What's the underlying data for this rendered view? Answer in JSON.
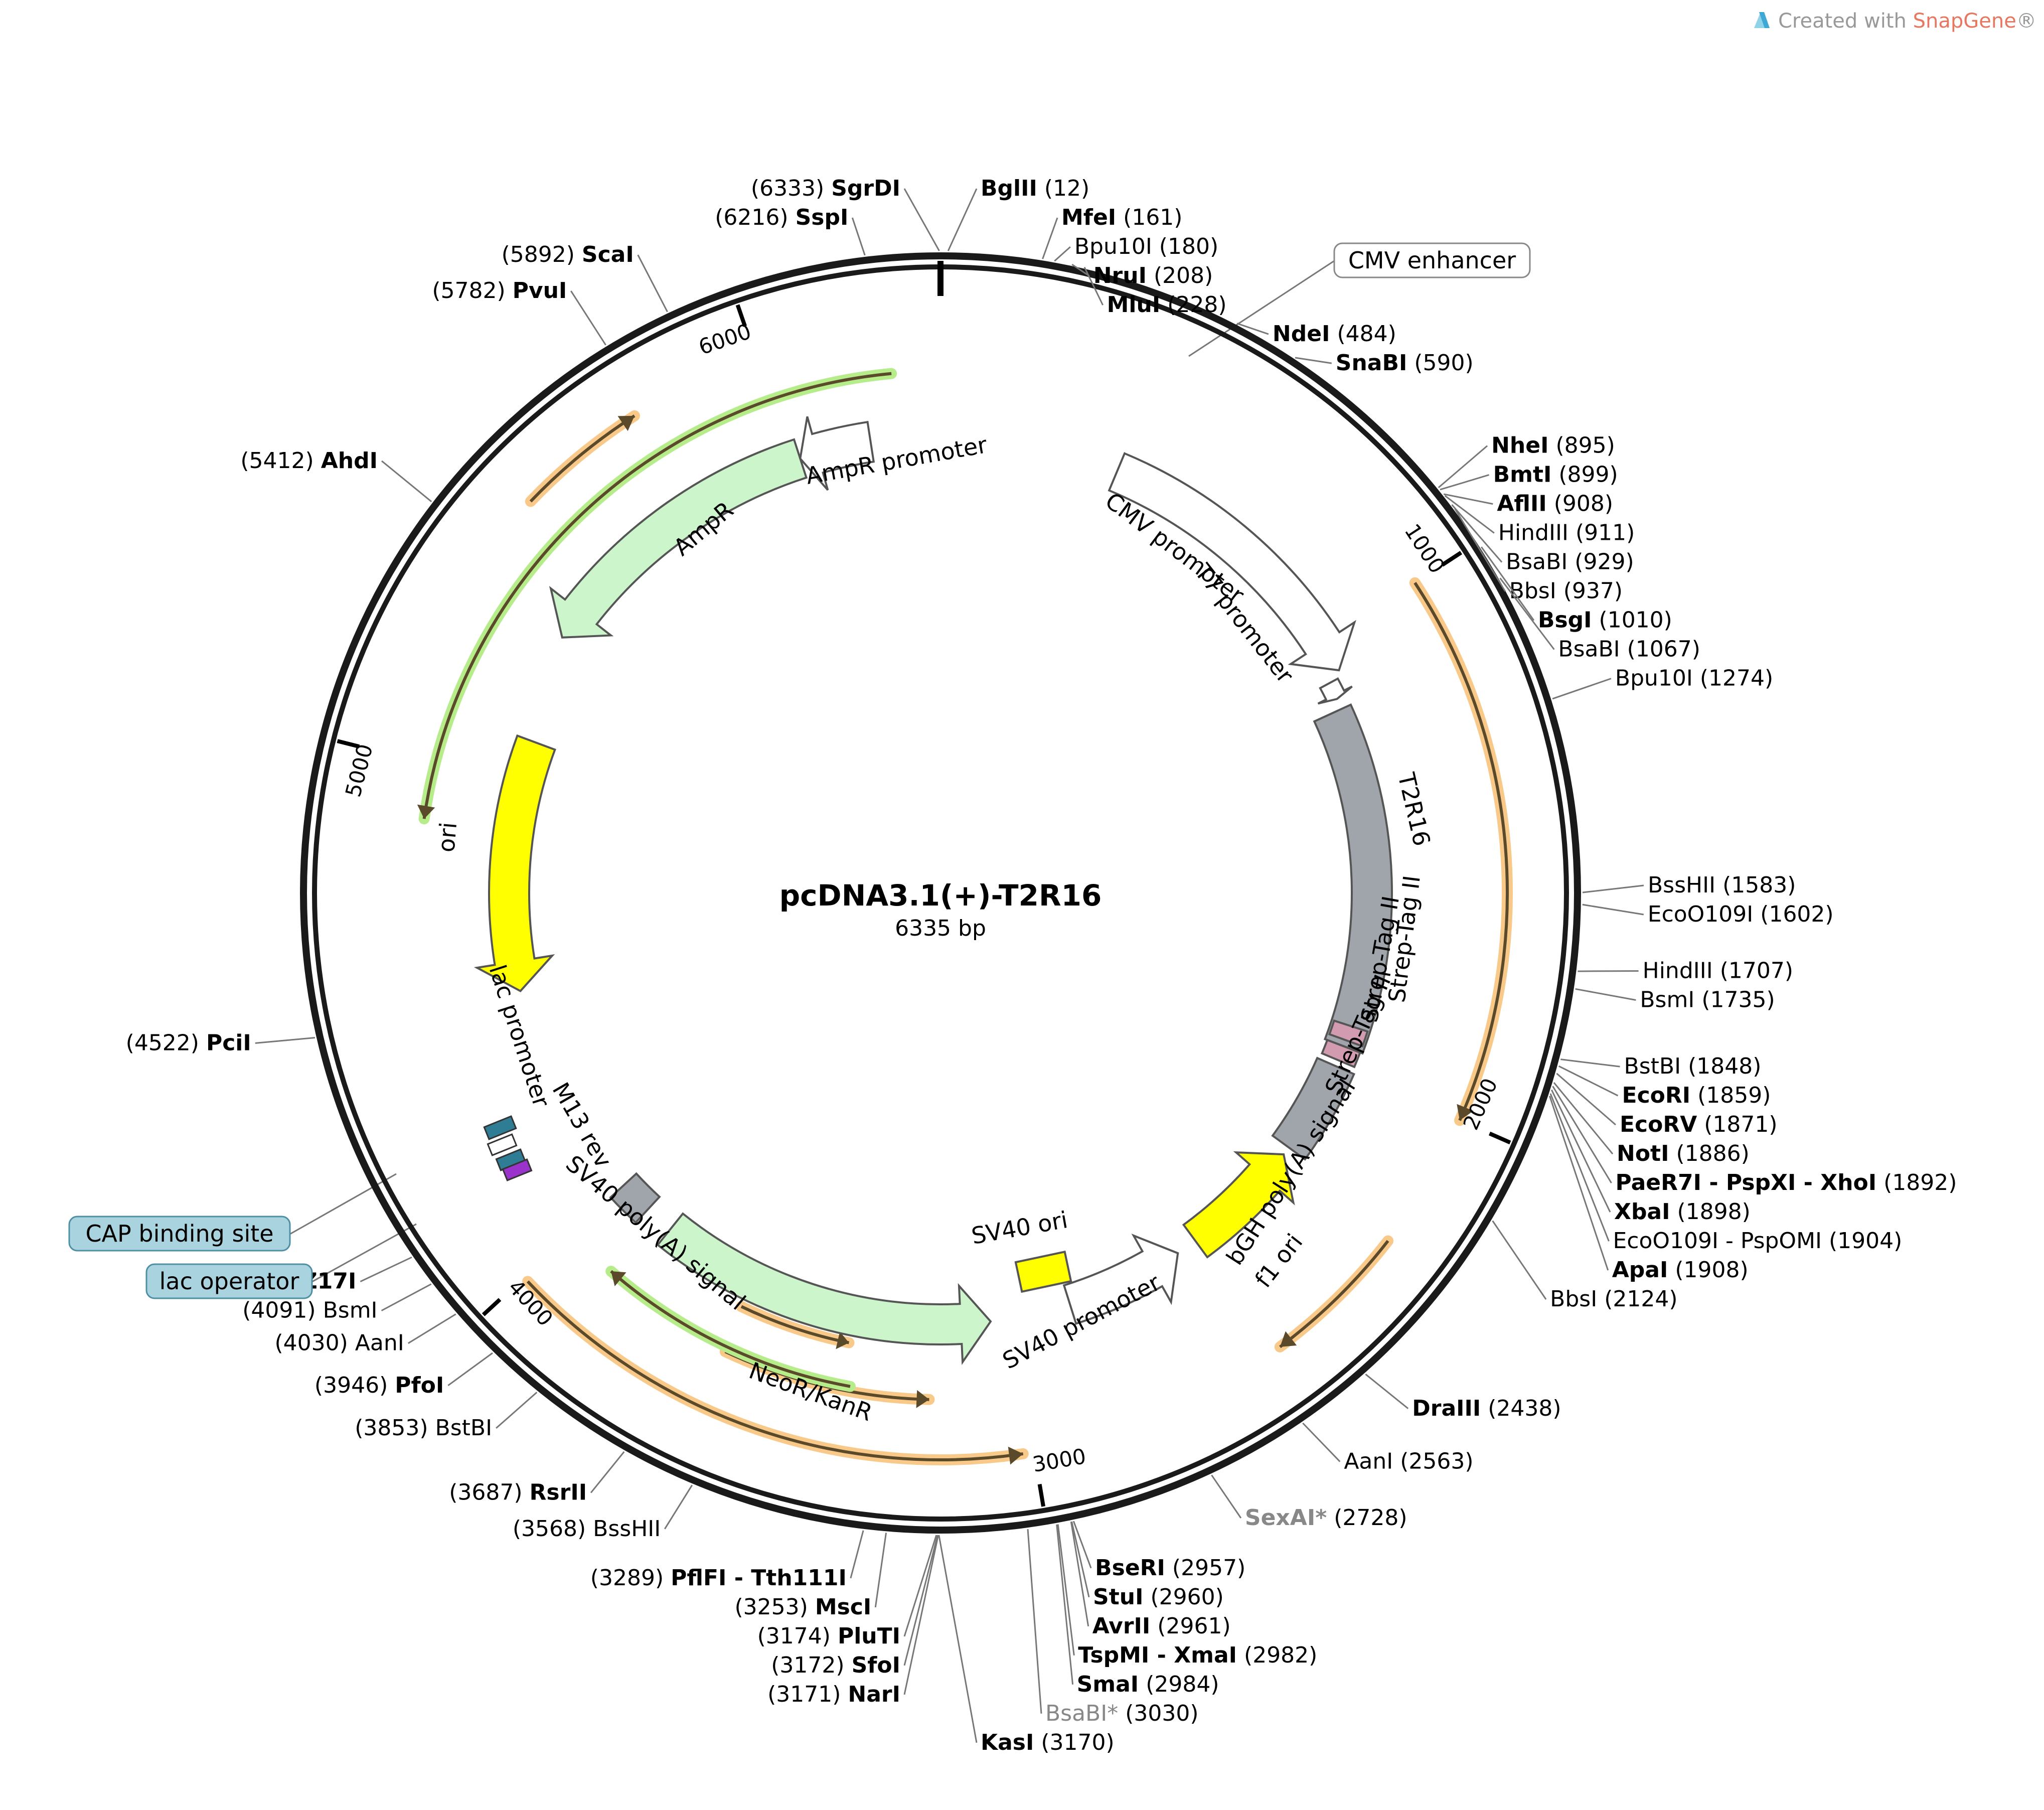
{
  "header": {
    "credit_prefix": "Created with ",
    "credit_brand": "SnapGene",
    "credit_suffix": "®"
  },
  "plasmid": {
    "name": "pcDNA3.1(+)-T2R16",
    "length_label": "6335 bp",
    "length": 6335
  },
  "ticks": [
    {
      "bp": 1000,
      "label": "1000"
    },
    {
      "bp": 2000,
      "label": "2000"
    },
    {
      "bp": 3000,
      "label": "3000"
    },
    {
      "bp": 4000,
      "label": "4000"
    },
    {
      "bp": 5000,
      "label": "5000"
    },
    {
      "bp": 6000,
      "label": "6000"
    }
  ],
  "sites": [
    {
      "name": "SgrDI",
      "pos": "(6333)",
      "bold": true,
      "side": "left",
      "bp": 6333
    },
    {
      "name": "BglII",
      "pos": "(12)",
      "bold": true,
      "side": "right",
      "bp": 12
    },
    {
      "name": "SspI",
      "pos": "(6216)",
      "bold": true,
      "side": "left",
      "bp": 6216
    },
    {
      "name": "MfeI",
      "pos": "(161)",
      "bold": true,
      "side": "right",
      "bp": 161
    },
    {
      "name": "Bpu10I",
      "pos": "(180)",
      "bold": false,
      "side": "right",
      "bp": 180
    },
    {
      "name": "NruI",
      "pos": "(208)",
      "bold": true,
      "side": "right",
      "bp": 208
    },
    {
      "name": "MluI",
      "pos": "(228)",
      "bold": true,
      "side": "right",
      "bp": 228
    },
    {
      "name": "ScaI",
      "pos": "(5892)",
      "bold": true,
      "side": "left",
      "bp": 5892
    },
    {
      "name": "PvuI",
      "pos": "(5782)",
      "bold": true,
      "side": "left",
      "bp": 5782
    },
    {
      "name": "NdeI",
      "pos": "(484)",
      "bold": true,
      "side": "right",
      "bp": 484
    },
    {
      "name": "SnaBI",
      "pos": "(590)",
      "bold": true,
      "side": "right",
      "bp": 590
    },
    {
      "name": "NheI",
      "pos": "(895)",
      "bold": true,
      "side": "right",
      "bp": 895
    },
    {
      "name": "BmtI",
      "pos": "(899)",
      "bold": true,
      "side": "right",
      "bp": 899
    },
    {
      "name": "AflII",
      "pos": "(908)",
      "bold": true,
      "side": "right",
      "bp": 908
    },
    {
      "name": "HindIII",
      "pos": "(911)",
      "bold": false,
      "side": "right",
      "bp": 911
    },
    {
      "name": "BsaBI",
      "pos": "(929)",
      "bold": false,
      "side": "right",
      "bp": 929
    },
    {
      "name": "BbsI",
      "pos": "(937)",
      "bold": false,
      "side": "right",
      "bp": 937
    },
    {
      "name": "BsgI",
      "pos": "(1010)",
      "bold": true,
      "side": "right",
      "bp": 1010
    },
    {
      "name": "BsaBI",
      "pos": "(1067)",
      "bold": false,
      "side": "right",
      "bp": 1067
    },
    {
      "name": "AhdI",
      "pos": "(5412)",
      "bold": true,
      "side": "left",
      "bp": 5412
    },
    {
      "name": "Bpu10I",
      "pos": "(1274)",
      "bold": false,
      "side": "right",
      "bp": 1274
    },
    {
      "name": "BssHII",
      "pos": "(1583)",
      "bold": false,
      "side": "right",
      "bp": 1583
    },
    {
      "name": "EcoO109I",
      "pos": "(1602)",
      "bold": false,
      "side": "right",
      "bp": 1602
    },
    {
      "name": "HindIII",
      "pos": "(1707)",
      "bold": false,
      "side": "right",
      "bp": 1707
    },
    {
      "name": "BsmI",
      "pos": "(1735)",
      "bold": false,
      "side": "right",
      "bp": 1735
    },
    {
      "name": "BstBI",
      "pos": "(1848)",
      "bold": false,
      "side": "right",
      "bp": 1848
    },
    {
      "name": "EcoRI",
      "pos": "(1859)",
      "bold": true,
      "side": "right",
      "bp": 1859
    },
    {
      "name": "EcoRV",
      "pos": "(1871)",
      "bold": true,
      "side": "right",
      "bp": 1871
    },
    {
      "name": "NotI",
      "pos": "(1886)",
      "bold": true,
      "side": "right",
      "bp": 1886
    },
    {
      "name": "PaeR7I - PspXI - XhoI",
      "pos": "(1892)",
      "bold": true,
      "side": "right",
      "bp": 1892
    },
    {
      "name": "XbaI",
      "pos": "(1898)",
      "bold": true,
      "side": "right",
      "bp": 1898
    },
    {
      "name": "EcoO109I - PspOMI",
      "pos": "(1904)",
      "bold": false,
      "side": "right",
      "bp": 1904
    },
    {
      "name": "ApaI",
      "pos": "(1908)",
      "bold": true,
      "side": "right",
      "bp": 1908
    },
    {
      "name": "PciI",
      "pos": "(4522)",
      "bold": true,
      "side": "left",
      "bp": 4522
    },
    {
      "name": "BbsI",
      "pos": "(2124)",
      "bold": false,
      "side": "right",
      "bp": 2124
    },
    {
      "name": "BstZ17I",
      "pos": "(4143)",
      "bold": true,
      "side": "left",
      "bp": 4143
    },
    {
      "name": "BsmI",
      "pos": "(4091)",
      "bold": false,
      "side": "left",
      "bp": 4091
    },
    {
      "name": "AanI",
      "pos": "(4030)",
      "bold": false,
      "side": "left",
      "bp": 4030
    },
    {
      "name": "PfoI",
      "pos": "(3946)",
      "bold": true,
      "side": "left",
      "bp": 3946
    },
    {
      "name": "BstBI",
      "pos": "(3853)",
      "bold": false,
      "side": "left",
      "bp": 3853
    },
    {
      "name": "DraIII",
      "pos": "(2438)",
      "bold": true,
      "side": "right",
      "bp": 2438
    },
    {
      "name": "AanI",
      "pos": "(2563)",
      "bold": false,
      "side": "right",
      "bp": 2563
    },
    {
      "name": "SexAI*",
      "pos": "(2728)",
      "bold": true,
      "gray": true,
      "side": "right",
      "bp": 2728
    },
    {
      "name": "RsrII",
      "pos": "(3687)",
      "bold": true,
      "side": "left",
      "bp": 3687
    },
    {
      "name": "BseRI",
      "pos": "(2957)",
      "bold": true,
      "side": "right",
      "bp": 2957
    },
    {
      "name": "StuI",
      "pos": "(2960)",
      "bold": true,
      "side": "right",
      "bp": 2960
    },
    {
      "name": "AvrII",
      "pos": "(2961)",
      "bold": true,
      "side": "right",
      "bp": 2961
    },
    {
      "name": "BssHII",
      "pos": "(3568)",
      "bold": false,
      "side": "left",
      "bp": 3568
    },
    {
      "name": "TspMI - XmaI",
      "pos": "(2982)",
      "bold": true,
      "side": "right",
      "bp": 2982
    },
    {
      "name": "PflFI - Tth111I",
      "pos": "(3289)",
      "bold": true,
      "side": "left",
      "bp": 3289
    },
    {
      "name": "SmaI",
      "pos": "(2984)",
      "bold": true,
      "side": "right",
      "bp": 2984
    },
    {
      "name": "MscI",
      "pos": "(3253)",
      "bold": true,
      "side": "left",
      "bp": 3253
    },
    {
      "name": "BsaBI*",
      "pos": "(3030)",
      "bold": false,
      "gray": true,
      "side": "right",
      "bp": 3030
    },
    {
      "name": "PluTI",
      "pos": "(3174)",
      "bold": true,
      "side": "left",
      "bp": 3174
    },
    {
      "name": "SfoI",
      "pos": "(3172)",
      "bold": true,
      "side": "left",
      "bp": 3172
    },
    {
      "name": "NarI",
      "pos": "(3171)",
      "bold": true,
      "side": "left",
      "bp": 3171
    },
    {
      "name": "KasI",
      "pos": "(3170)",
      "bold": true,
      "side": "right",
      "bp": 3170
    }
  ],
  "features": {
    "cmv_enhancer": "CMV enhancer",
    "cmv_promoter": "CMV promoter",
    "t7_promoter": "T7 promoter",
    "t2r16": "T2R16",
    "strep_tag_1": "Strep-Tag II",
    "strep_tag_2": "Strep-Tag II",
    "bgh_polya": "bGH poly(A) signal",
    "f1_ori": "f1 ori",
    "sv40_promoter": "SV40 promoter",
    "sv40_ori": "SV40 ori",
    "neor_kanr": "NeoR/KanR",
    "sv40_polya": "SV40 poly(A) signal",
    "m13_rev": "M13 rev",
    "lac_promoter": "lac promoter",
    "cap_binding_site": "CAP binding site",
    "lac_operator": "lac operator",
    "ori": "ori",
    "ampr": "AmpR",
    "ampr_promoter": "AmpR promoter"
  },
  "colors": {
    "backbone": "#1a1a1a",
    "ampr_fill": "#ccf5cc",
    "ori_fill": "#ffff00",
    "feature_gray": "#a0a4ab",
    "strep_pink": "#d29bb0",
    "orf_orange": "#f9c98a",
    "orf_line": "#5a4a2a",
    "orf_green": "#b6ec8a",
    "lac_blue": "#2f7d95",
    "m13_purple": "#9933cc",
    "box_blue": "#a9d4df",
    "promoter_white": "#ffffff"
  }
}
